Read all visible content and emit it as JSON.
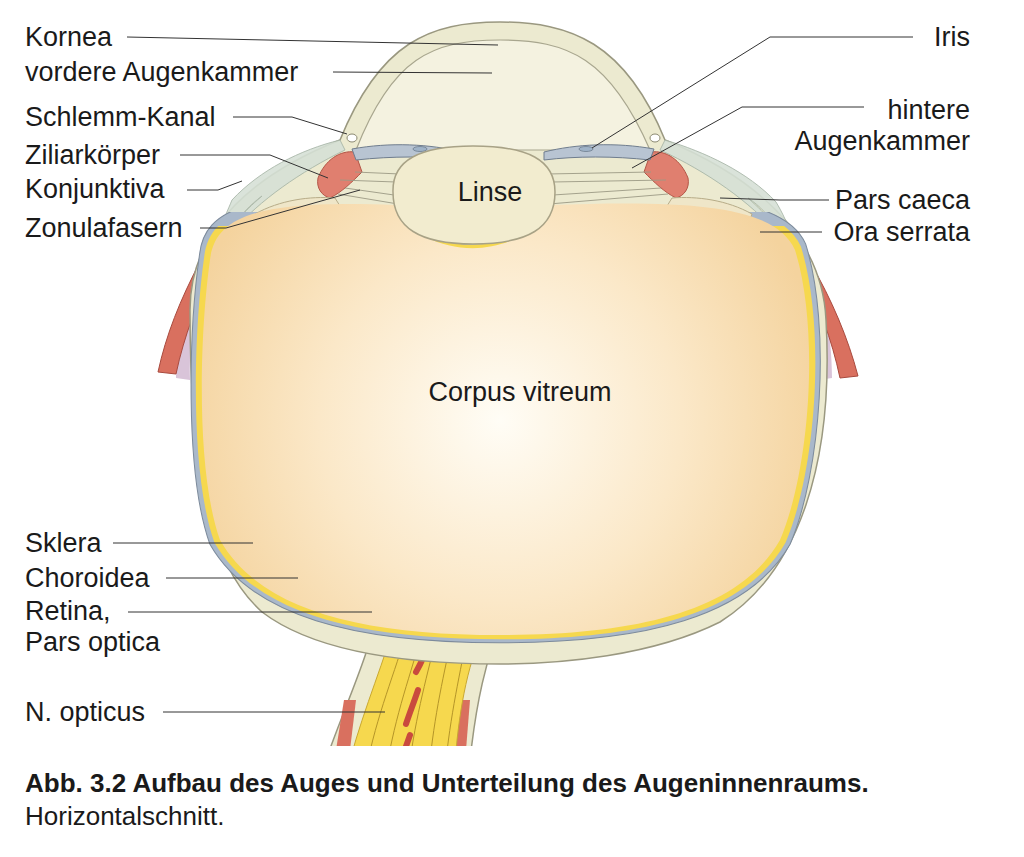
{
  "diagram": {
    "caption": "Abb. 3.2 Aufbau des Auges und Unterteilung des Augeninnenraums.",
    "labels": [
      "Kornea",
      "vordere Augenkammer",
      "Schlemm-Kanal",
      "Ziliarkörper",
      "Konjunktiva",
      "Zonulafasern",
      "Iris",
      "hintere Augenkammer",
      "Pars caeca",
      "Ora serrata",
      "Linse",
      "Corpus vitreum",
      "Sklera",
      "Choroidea",
      "Retina, Pars optica",
      "N. opticus",
      "Horizontalschnitt."
    ]
  }
}
